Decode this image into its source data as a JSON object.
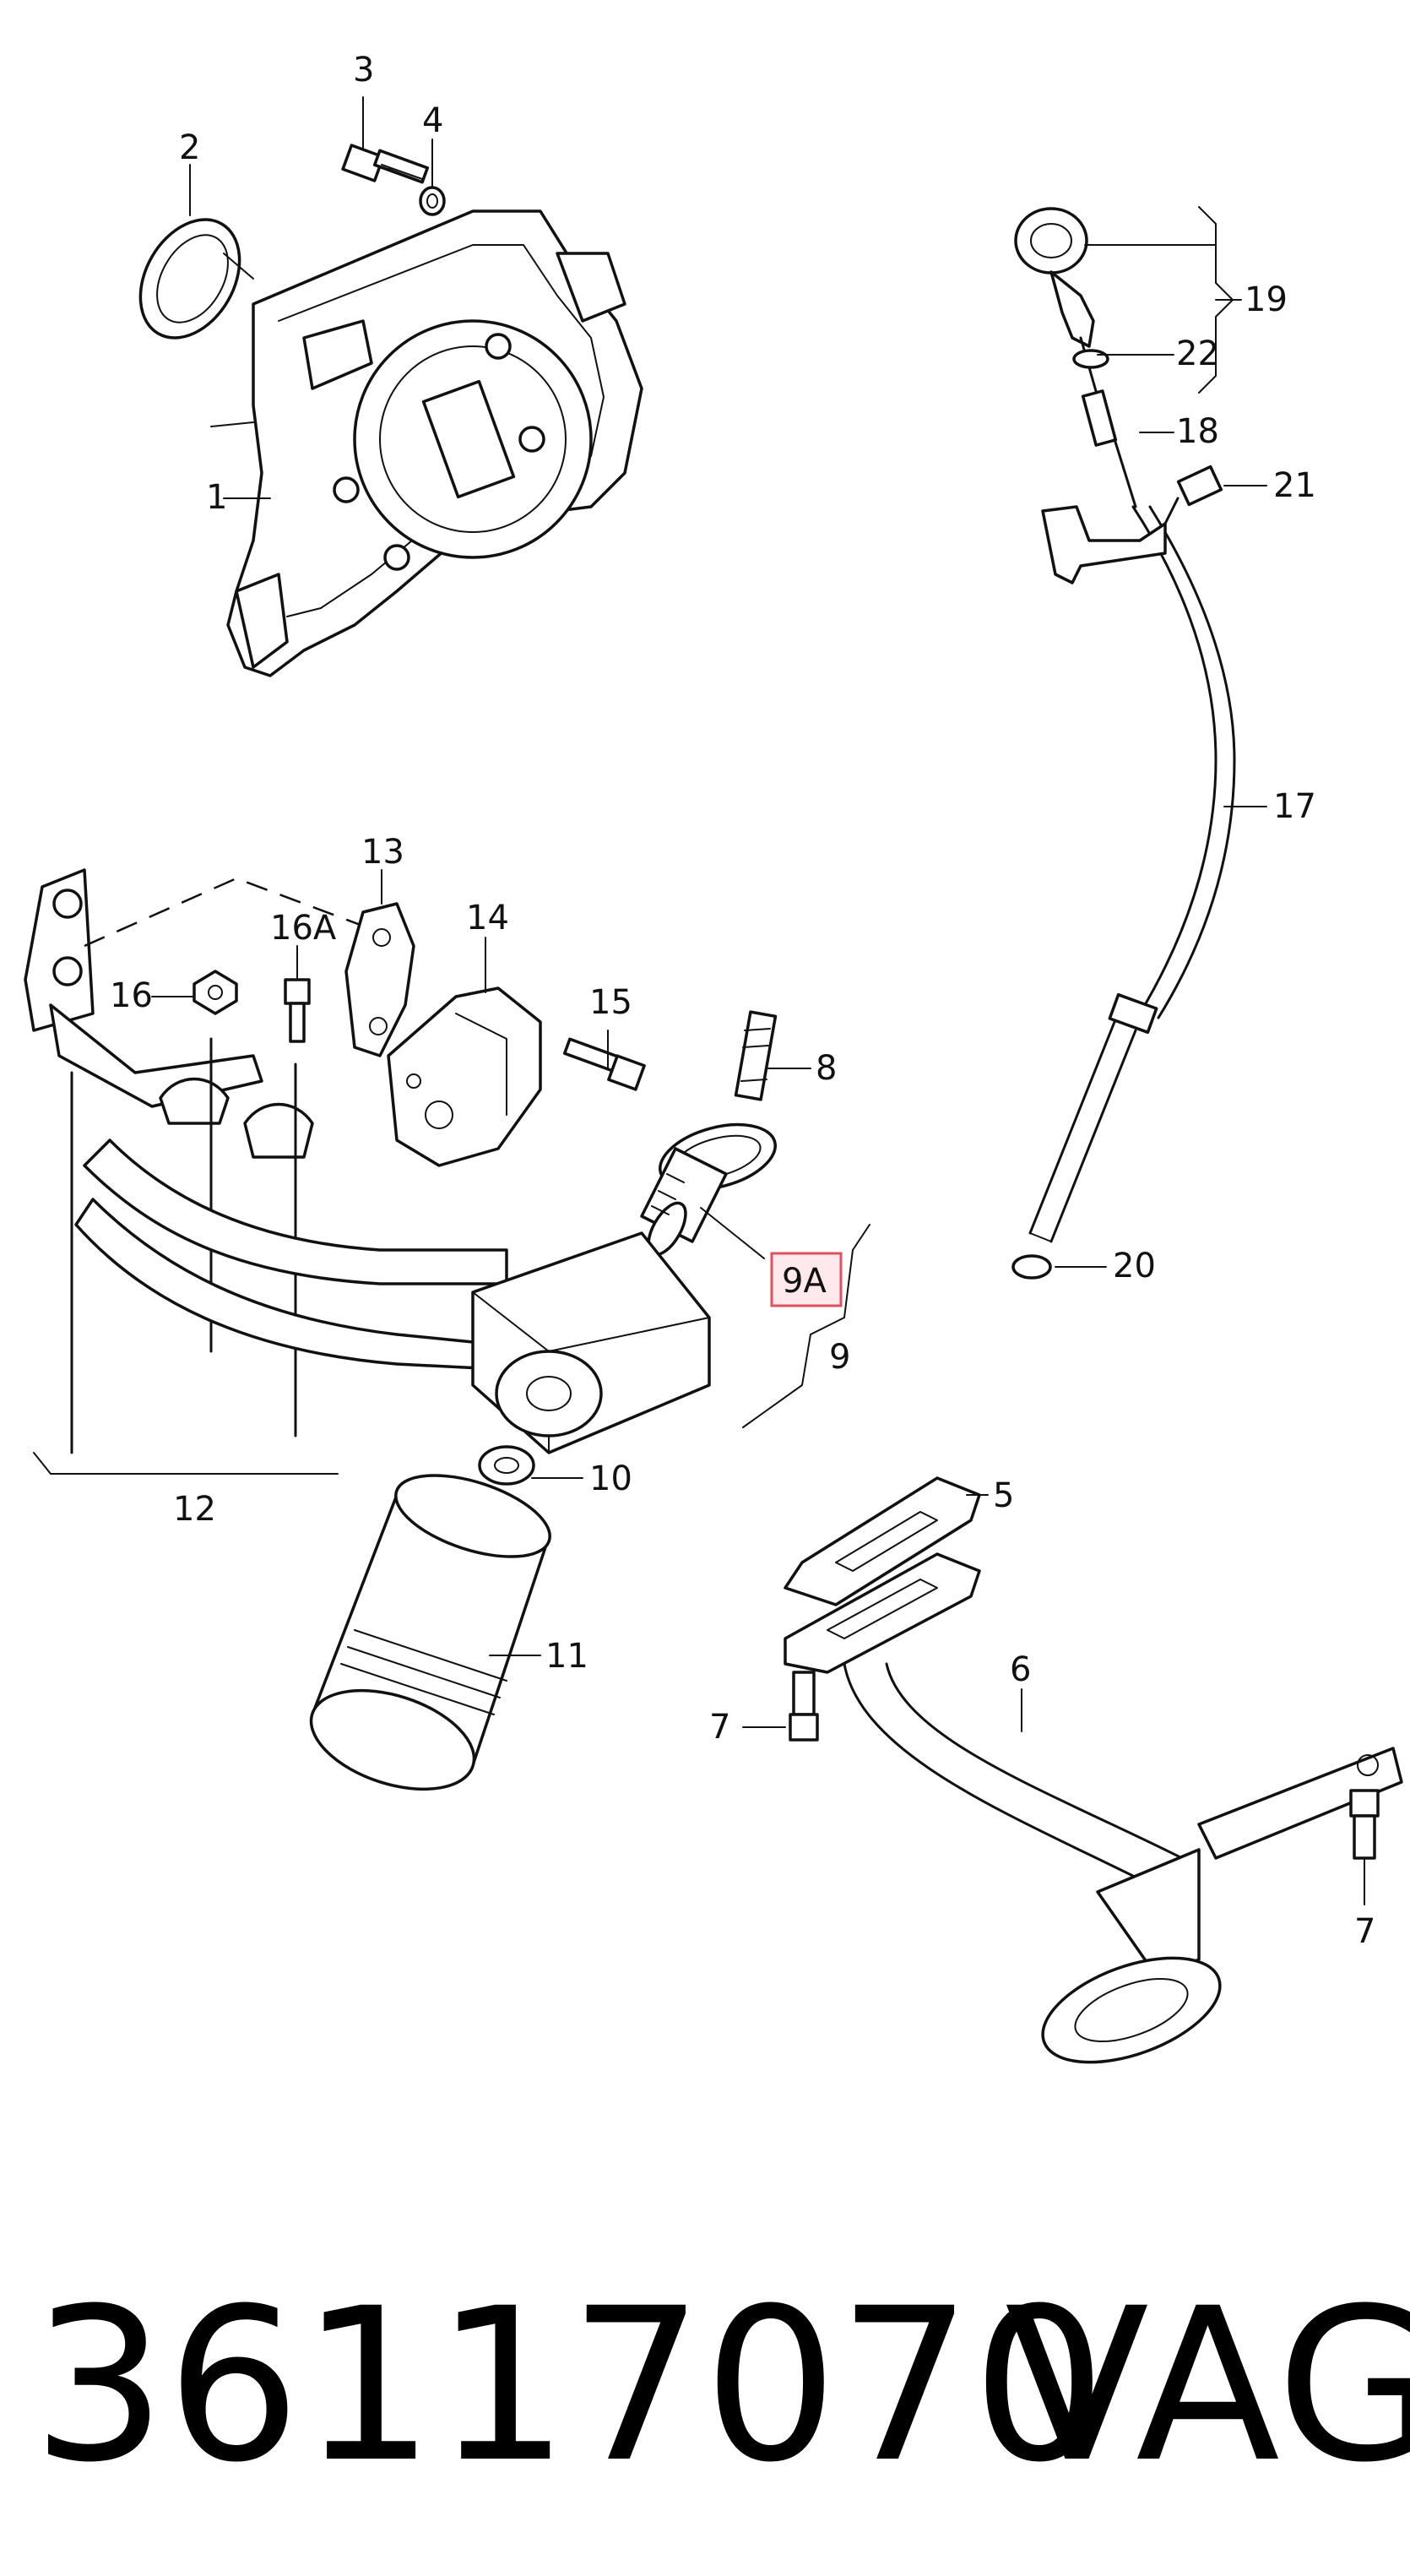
{
  "footer": {
    "part_number": "36117070",
    "brand": "VAG"
  },
  "callouts": {
    "c1": "1",
    "c2": "2",
    "c3": "3",
    "c4": "4",
    "c5": "5",
    "c6": "6",
    "c7a": "7",
    "c7b": "7",
    "c8": "8",
    "c9": "9",
    "c9a": "9A",
    "c10": "10",
    "c11": "11",
    "c12": "12",
    "c13": "13",
    "c14": "14",
    "c15": "15",
    "c16": "16",
    "c16a": "16A",
    "c17": "17",
    "c18": "18",
    "c19": "19",
    "c20": "20",
    "c21": "21",
    "c22": "22"
  },
  "highlight": {
    "callout": "9A",
    "fill": "#ffe9ec",
    "border": "#e0505e"
  }
}
